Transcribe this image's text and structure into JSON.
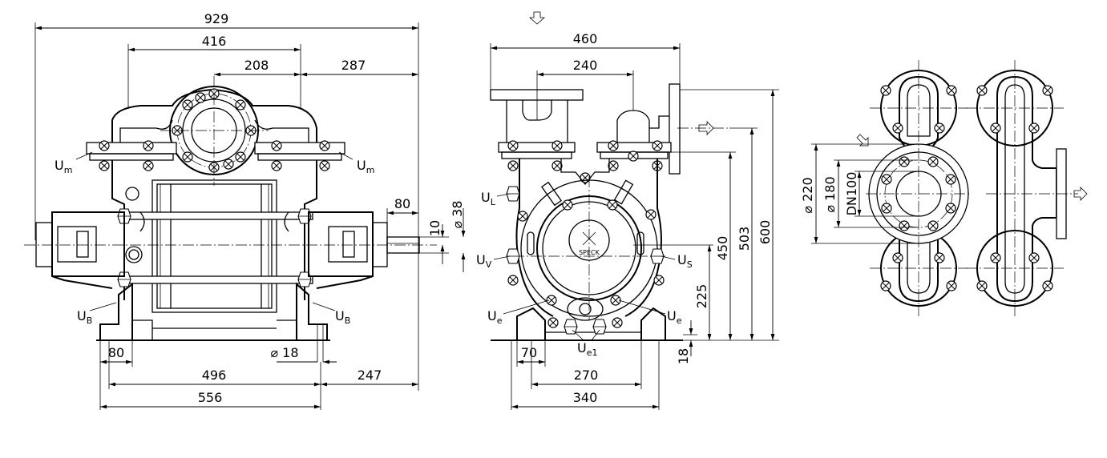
{
  "dimensions": {
    "d929": "929",
    "d416": "416",
    "d208": "208",
    "d287": "287",
    "d80_shaft": "80",
    "d10": "10",
    "d38": "⌀ 38",
    "d80_foot": "80",
    "d18_bolt": "⌀ 18",
    "d496": "496",
    "d247": "247",
    "d556": "556",
    "d460": "460",
    "d240": "240",
    "d600": "600",
    "d503": "503",
    "d450": "450",
    "d225": "225",
    "d18_base": "18",
    "d70": "70",
    "d270": "270",
    "d340": "340",
    "d220": "⌀ 220",
    "d180": "⌀ 180",
    "dn100": "DN100"
  },
  "connections": {
    "um": "U",
    "um_sub": "m",
    "ub": "U",
    "ub_sub": "B",
    "ul": "U",
    "ul_sub": "L",
    "uv": "U",
    "uv_sub": "V",
    "us": "U",
    "us_sub": "S",
    "ue": "U",
    "ue_sub": "e",
    "ue1": "U",
    "ue1_sub": "e1"
  },
  "logo": {
    "text": "SPECK"
  },
  "icons": [
    "arrow-down-icon",
    "arrow-right-icon",
    "arrow-diagonal-icon",
    "bolt-icon"
  ]
}
